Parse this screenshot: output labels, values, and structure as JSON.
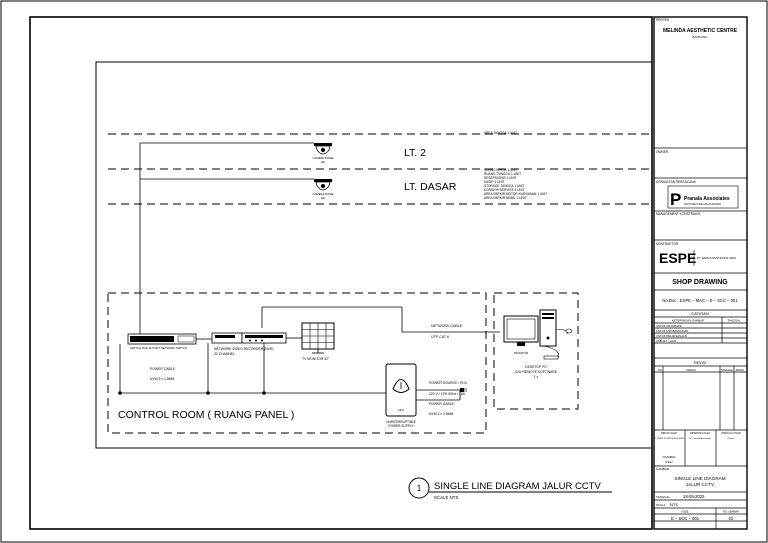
{
  "drawing": {
    "floors": [
      {
        "label": "LT. 2",
        "notes": [
          "AREA TANGGA 1 UNIT"
        ]
      },
      {
        "label": "LT. DASAR",
        "notes": [
          "RUANG KERJA 1 UNIT",
          "RUANG TUNGGU 1 UNIT",
          "RESEPSIONIS 1 UNIT",
          "KASIR 1 UNIT",
          "STORAGE TANGGA 1 UNIT",
          "KORIDOR SERVICE 1 UNIT",
          "AREA PARKIR MOTOR KARYAWAN 1 UNIT",
          "AREA PARKIR MOBIL 1 UNIT"
        ]
      }
    ],
    "camera_label": "CAMERA DOME",
    "camera_sub": "HD",
    "control_room_label": "CONTROL ROOM ( RUANG PANEL )",
    "devices": {
      "switch_label": "SWITCH POE 16 PORT NETWORK SWITCH",
      "nvr_label_1": "NETWORK VIDEO RECORDER (NVR)",
      "nvr_label_2": "32 CHANNEL",
      "tv_label": "TV MONITOR 32\"",
      "ups_badge": "APC",
      "ups_label_1": "UNINTERRUPTIBLE",
      "ups_label_2": "POWER SUPPLY",
      "pc_badge": "MONITOR",
      "pc_label_1": "DESKTOP PC",
      "pc_label_2": "C/W REMOTE SOFTWARE",
      "pc_label_3": "1 x"
    },
    "cables": {
      "network": "NETWORK CABLE",
      "network_spec": "UTP CAT 6",
      "power_left": "POWER CABLE",
      "power_left_spec": "NYM 3 x 1.5MM",
      "power_source": "POWER SOURCE / PLN",
      "power_source_spec": "220 V / 1PH 50Hz / 16A",
      "power_right": "POWER CABLE",
      "power_right_spec": "NYM 3 x 2.5MM"
    },
    "title_number": "1",
    "title": "SINGLE LINE DIAGRAM JALUR CCTV",
    "scale": "SCALE   NTS"
  },
  "titleblock": {
    "project_header": "PROYEK",
    "project_name": "MELINDA AESTHETIC CENTRE",
    "project_city": "BANDUNG",
    "owner_header": "OWNER",
    "consultant_header": "KONSULTAN PERENCANA",
    "consultant_logo_letter": "P",
    "consultant_name": "Pranala Associates",
    "consultant_sub": "ARCHITECTURE AND PLANNING",
    "mk_header": "MANAGEMENT KONSTRUKSI",
    "contractor_header": "KONTRAKTOR",
    "contractor_logo": "ESPE",
    "contractor_name": "PT. ESPE KONSTRUKSI INDO",
    "shop_drawing": "SHOP DRAWING",
    "doc_no": "No.Doc : ESPE – MAC – E – SCC – 001",
    "catatan_header": "CATATAN",
    "notes_header_left": "KETERANGAN GAMBAR",
    "notes_header_right": "TANGGAL",
    "notes": [
      "UNTUK INFORMASI",
      "UNTUK IZIN BANGUNAN",
      "UNTUK PELAKSANAAN",
      "ASBUILT / LAIN"
    ],
    "revisi_header": "REVISI",
    "revisi_cols": [
      "NO",
      "URAIAN",
      "TANGGAL",
      "PARAF"
    ],
    "sign_labels": [
      "DIBUAT OLEH",
      "DIPERIKSA OLEH",
      "DISETUJUI OLEH"
    ],
    "sign_names": [
      "PT. ESPE KONSTRUKSI INDO",
      "PT. Pranala Associates",
      "Owner"
    ],
    "drawn_label": "DIGAMBAR",
    "drawn_name": "Drafter",
    "gambar_header": "GAMBAR",
    "gambar_title_1": "SINGLE LINE DIAGRAM",
    "gambar_title_2": "JALUR CCTV",
    "tanggal_label": "TANGGAL",
    "tanggal_value": "18-08-2025",
    "skala_label": "SKALA",
    "skala_value": "NTS",
    "kode_label": "KODE",
    "lembar_label": "NO. LEMBAR",
    "kode_value": "E – SCC – 001",
    "lembar_value": "01"
  }
}
